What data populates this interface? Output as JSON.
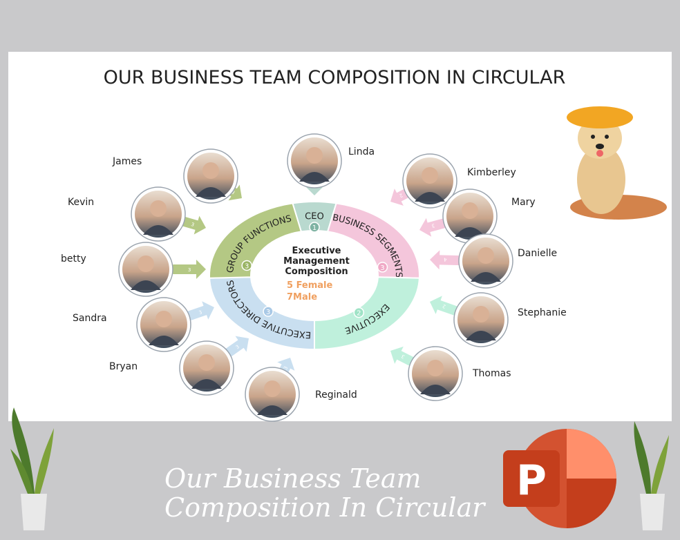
{
  "slide": {
    "title": "OUR BUSINESS TEAM COMPOSITION IN CIRCULAR",
    "center": {
      "line1": "Executive",
      "line2": "Management",
      "line3": "Composition",
      "female": "5 Female",
      "male": "7Male"
    },
    "segments": [
      {
        "label": "CEO",
        "count": "1",
        "color": "#b9d9cf",
        "badge": "#7fb3a3"
      },
      {
        "label": "BUSINESS SEGMENTS",
        "count": "3",
        "color": "#f4c6db",
        "badge": "#f0a9c6"
      },
      {
        "label": "EXECUTIVE",
        "count": "2",
        "color": "#bff0dc",
        "badge": "#9fe3c6"
      },
      {
        "label": "EXECUTIVE DIRECTORS",
        "count": "3",
        "color": "#c9dff0",
        "badge": "#a9c9e6"
      },
      {
        "label": "GROUP FUNCTIONS",
        "count": "3",
        "color": "#b4c884",
        "badge": "#9bb566"
      }
    ],
    "people": [
      {
        "name": "James",
        "arrow": "3"
      },
      {
        "name": "Kevin",
        "arrow": "3"
      },
      {
        "name": "betty",
        "arrow": "3"
      },
      {
        "name": "Sandra",
        "arrow": "3"
      },
      {
        "name": "Bryan",
        "arrow": "3"
      },
      {
        "name": "Reginald",
        "arrow": "3"
      },
      {
        "name": "Linda",
        "arrow": "1"
      },
      {
        "name": "Kimberley",
        "arrow": "2"
      },
      {
        "name": "Mary",
        "arrow": "3"
      },
      {
        "name": "Danielle",
        "arrow": "4"
      },
      {
        "name": "Stephanie",
        "arrow": "2"
      },
      {
        "name": "Thomas",
        "arrow": "3"
      }
    ]
  },
  "banner": {
    "line1": "Our Business Team",
    "line2": "Composition In Circular",
    "logo_letter": "P"
  },
  "colors": {
    "background": "#c9c9cb",
    "accent_orange": "#f0a060",
    "ppt_red": "#c43e1c"
  }
}
